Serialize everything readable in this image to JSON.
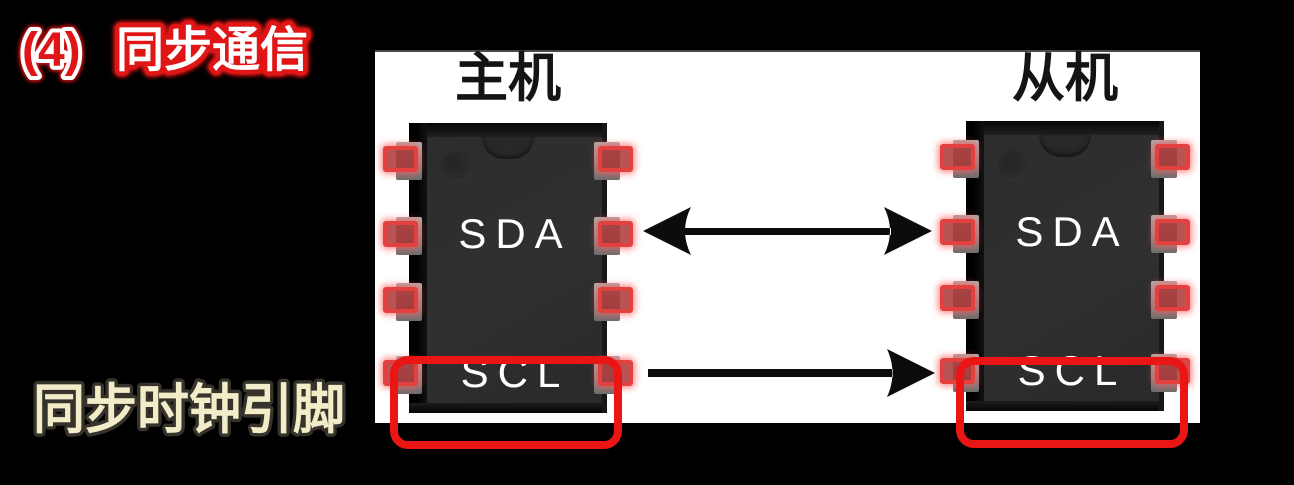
{
  "slide": {
    "title_prefix": "(4)",
    "title_main": "同步通信",
    "caption": "同步时钟引脚"
  },
  "diagram": {
    "master": {
      "title": "主机",
      "pins": [
        "SDA",
        "SCL"
      ]
    },
    "slave": {
      "title": "从机",
      "pins": [
        "SDA",
        "SCL"
      ]
    },
    "connections": [
      {
        "signal": "SDA",
        "type": "bidirectional"
      },
      {
        "signal": "SCL",
        "type": "master-to-slave"
      }
    ],
    "highlight": {
      "target": "SCL",
      "note": "同步时钟引脚"
    }
  },
  "colors": {
    "background": "#000000",
    "panel": "#ffffff",
    "title_number_fill": "#e01515",
    "title_main_fill": "#ffffff",
    "title_outline_red": "#e01515",
    "caption_fill": "#f2ecc8",
    "caption_outline": "#36332c",
    "chip_body": "#2e2e2e",
    "pin_gray": "#9c9c9c",
    "pin_highlight": "#e34040",
    "arrow": "#0c0c0c",
    "highlight_box": "#ea1515"
  }
}
